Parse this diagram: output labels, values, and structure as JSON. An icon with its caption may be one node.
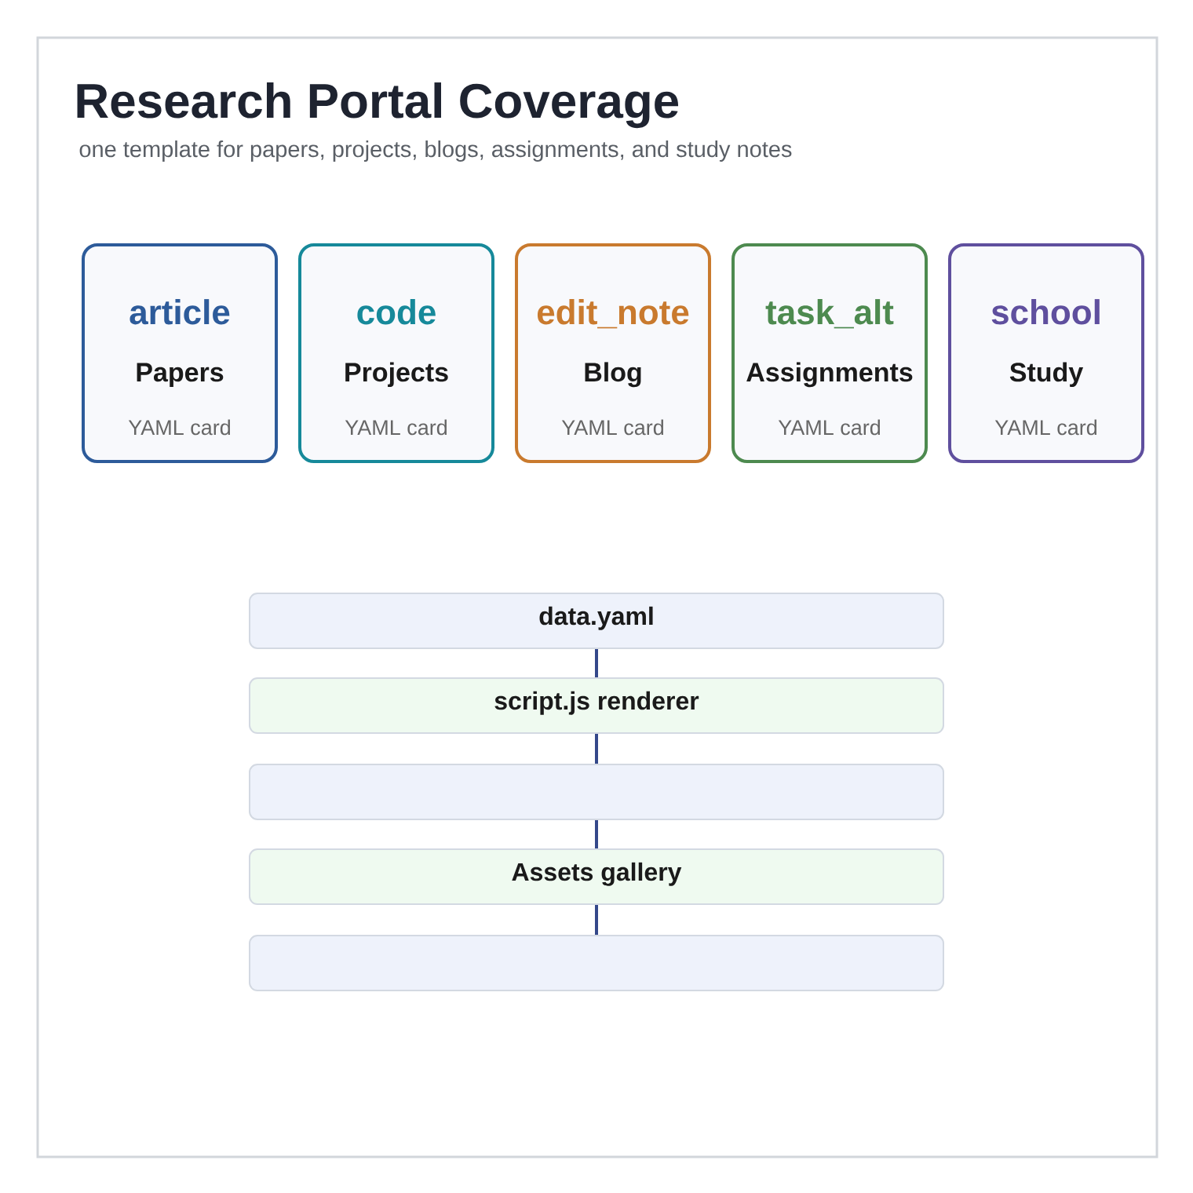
{
  "diagram": {
    "title": "Research Portal Coverage",
    "nodes": [
      {
        "text": [
          "article",
          "Papers",
          "YAML card"
        ]
      },
      {
        "text": [
          "code",
          "Projects",
          "YAML card"
        ]
      },
      {
        "text": [
          "edit_note",
          "Blog",
          "YAML card"
        ]
      },
      {
        "text": [
          "task_alt",
          "Assignments",
          "YAML card"
        ]
      },
      {
        "text": [
          "school",
          "Study",
          "YAML card"
        ]
      },
      {
        "text": [
          "data.yaml"
        ]
      },
      {
        "text": [
          "script.js renderer"
        ]
      },
      {
        "text": [],
        "shape": "box"
      },
      {
        "text": [
          "Assets gallery"
        ]
      },
      {
        "text": [],
        "shape": "box"
      }
    ],
    "edges": [
      {
        "from": 5,
        "to": 6,
        "arrow": "none"
      },
      {
        "from": 6,
        "to": 7,
        "arrow": "none"
      },
      {
        "from": 7,
        "to": 8,
        "arrow": "none"
      },
      {
        "from": 8,
        "to": 9,
        "arrow": "none"
      }
    ],
    "labels": [
      "one template for papers, projects, blogs, assignments, and study notes"
    ]
  }
}
